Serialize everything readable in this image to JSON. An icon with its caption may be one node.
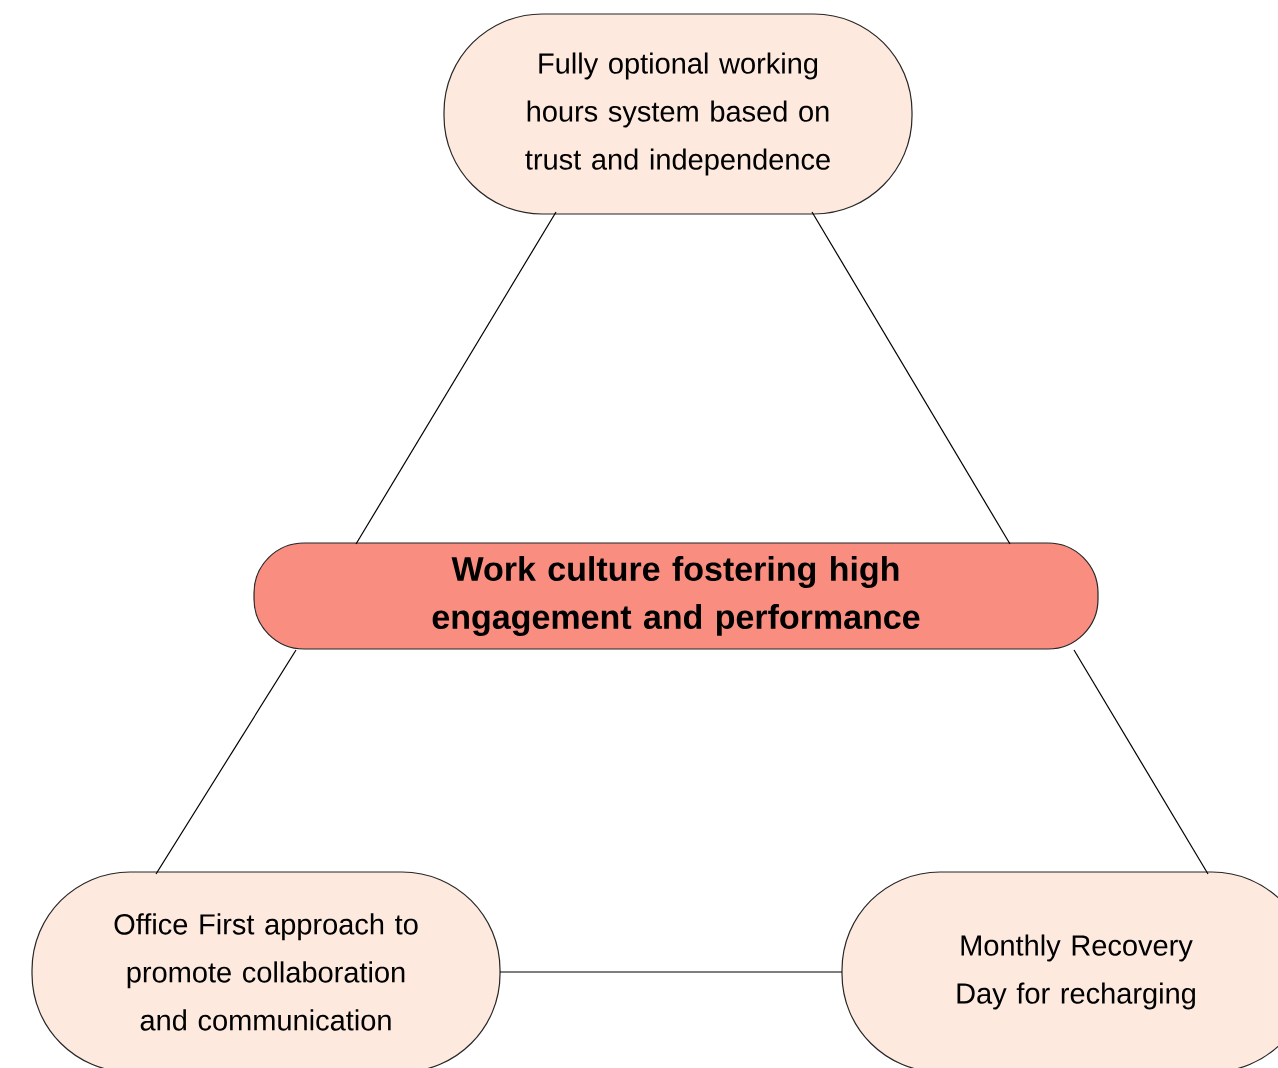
{
  "diagram": {
    "nodes": [
      {
        "text": [
          "Fully optional working hours system based on trust and independence"
        ]
      },
      {
        "text": [
          "Work culture fostering high engagement and performance"
        ]
      },
      {
        "text": [
          "Office First approach to promote collaboration and communication"
        ]
      },
      {
        "text": [
          "Monthly Recovery Day for recharging"
        ]
      }
    ],
    "edges": [
      {
        "from": 0,
        "to": 1,
        "arrow": "none"
      },
      {
        "from": 1,
        "to": 2,
        "arrow": "none"
      },
      {
        "from": 0,
        "to": 1,
        "arrow": "none"
      },
      {
        "from": 1,
        "to": 3,
        "arrow": "none"
      },
      {
        "from": 2,
        "to": 3,
        "arrow": "none"
      }
    ]
  }
}
